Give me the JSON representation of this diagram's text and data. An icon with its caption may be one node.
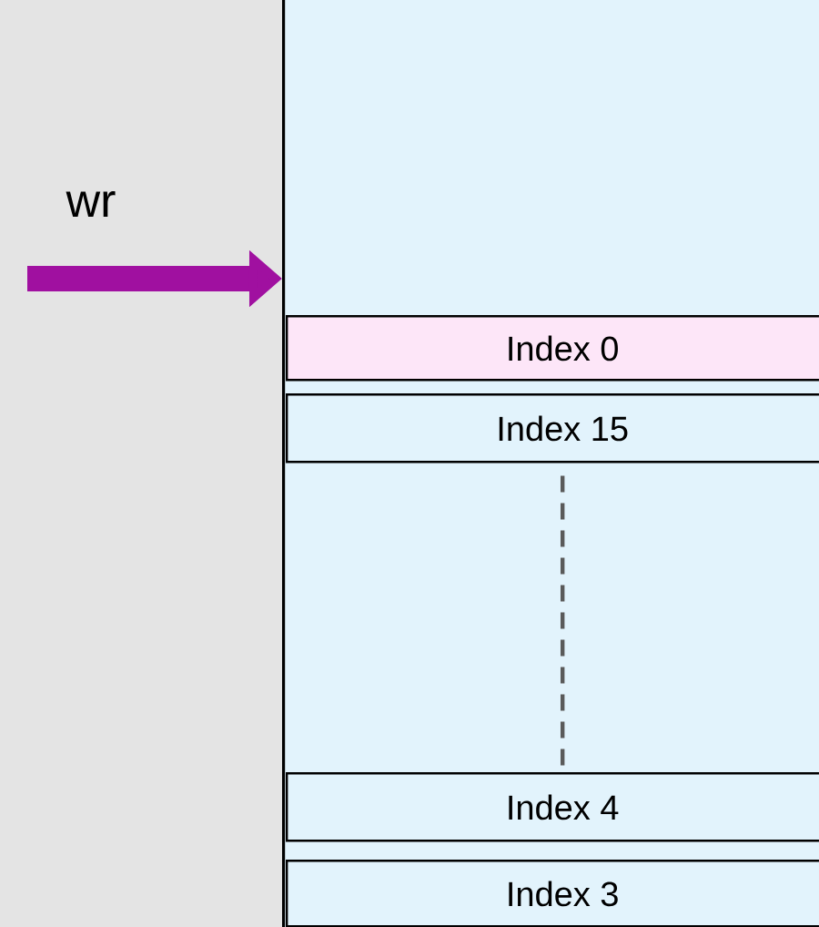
{
  "diagram": {
    "nodes": [
      {
        "text": [],
        "shape": "box"
      },
      {
        "text": [
          "Index 0"
        ],
        "in": 0
      },
      {
        "text": [
          "Index 15"
        ],
        "in": 0
      },
      {
        "text": [
          "Index 4"
        ],
        "in": 0
      },
      {
        "text": [
          "Index 3"
        ],
        "in": 0
      }
    ],
    "edges": [
      {
        "from": null,
        "to": 0,
        "arrow": "to",
        "label": "wr",
        "style": "thick",
        "color": "#a010a0"
      },
      {
        "from": 2,
        "to": 3,
        "arrow": "none",
        "style": "dashed"
      }
    ]
  }
}
